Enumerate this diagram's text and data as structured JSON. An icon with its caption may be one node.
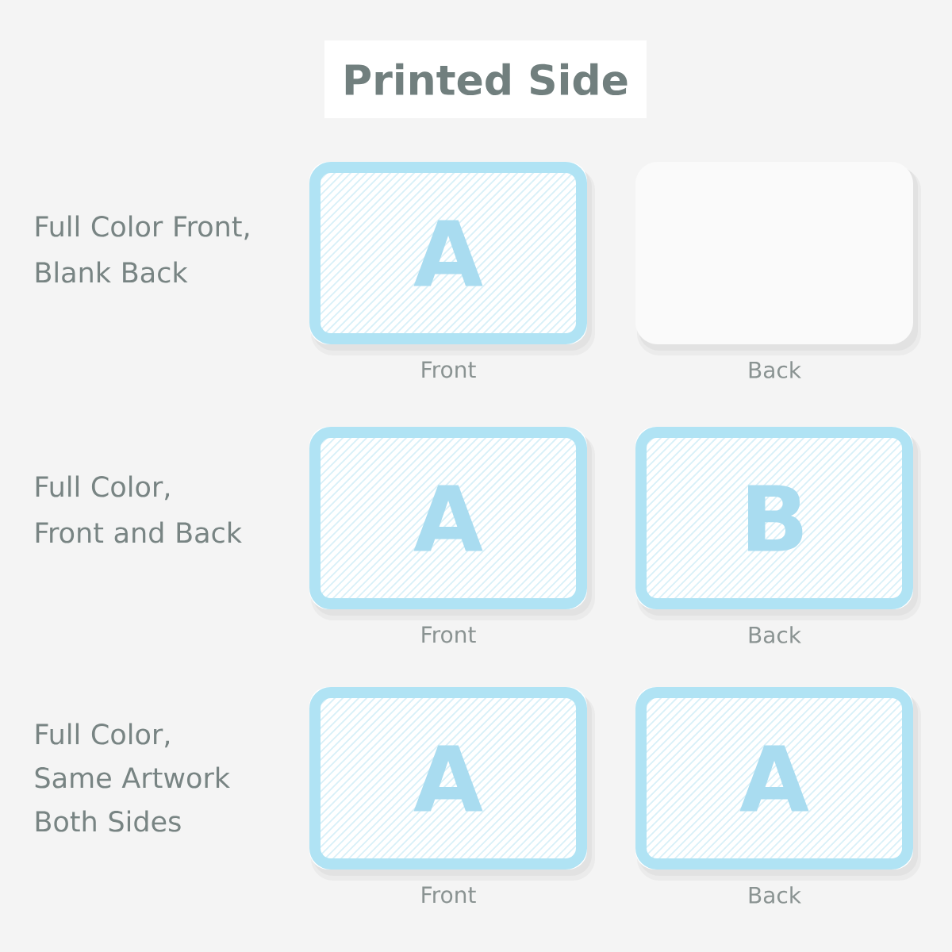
{
  "diagram": {
    "title": "Printed Side",
    "nodes": [
      {
        "text": [
          "A"
        ],
        "beside": [
          "Front"
        ]
      },
      {
        "text": [],
        "shape": "box",
        "beside": [
          "Back"
        ]
      },
      {
        "text": [
          "A"
        ],
        "beside": [
          "Front"
        ]
      },
      {
        "text": [
          "B"
        ],
        "beside": [
          "Back"
        ]
      },
      {
        "text": [
          "A"
        ],
        "beside": [
          "Front"
        ]
      },
      {
        "text": [
          "A"
        ],
        "beside": [
          "Back"
        ]
      }
    ],
    "labels": [
      "Full Color Front, Blank Back",
      "Full Color, Front and Back",
      "Full Color, Same Artwork Both Sides"
    ]
  }
}
